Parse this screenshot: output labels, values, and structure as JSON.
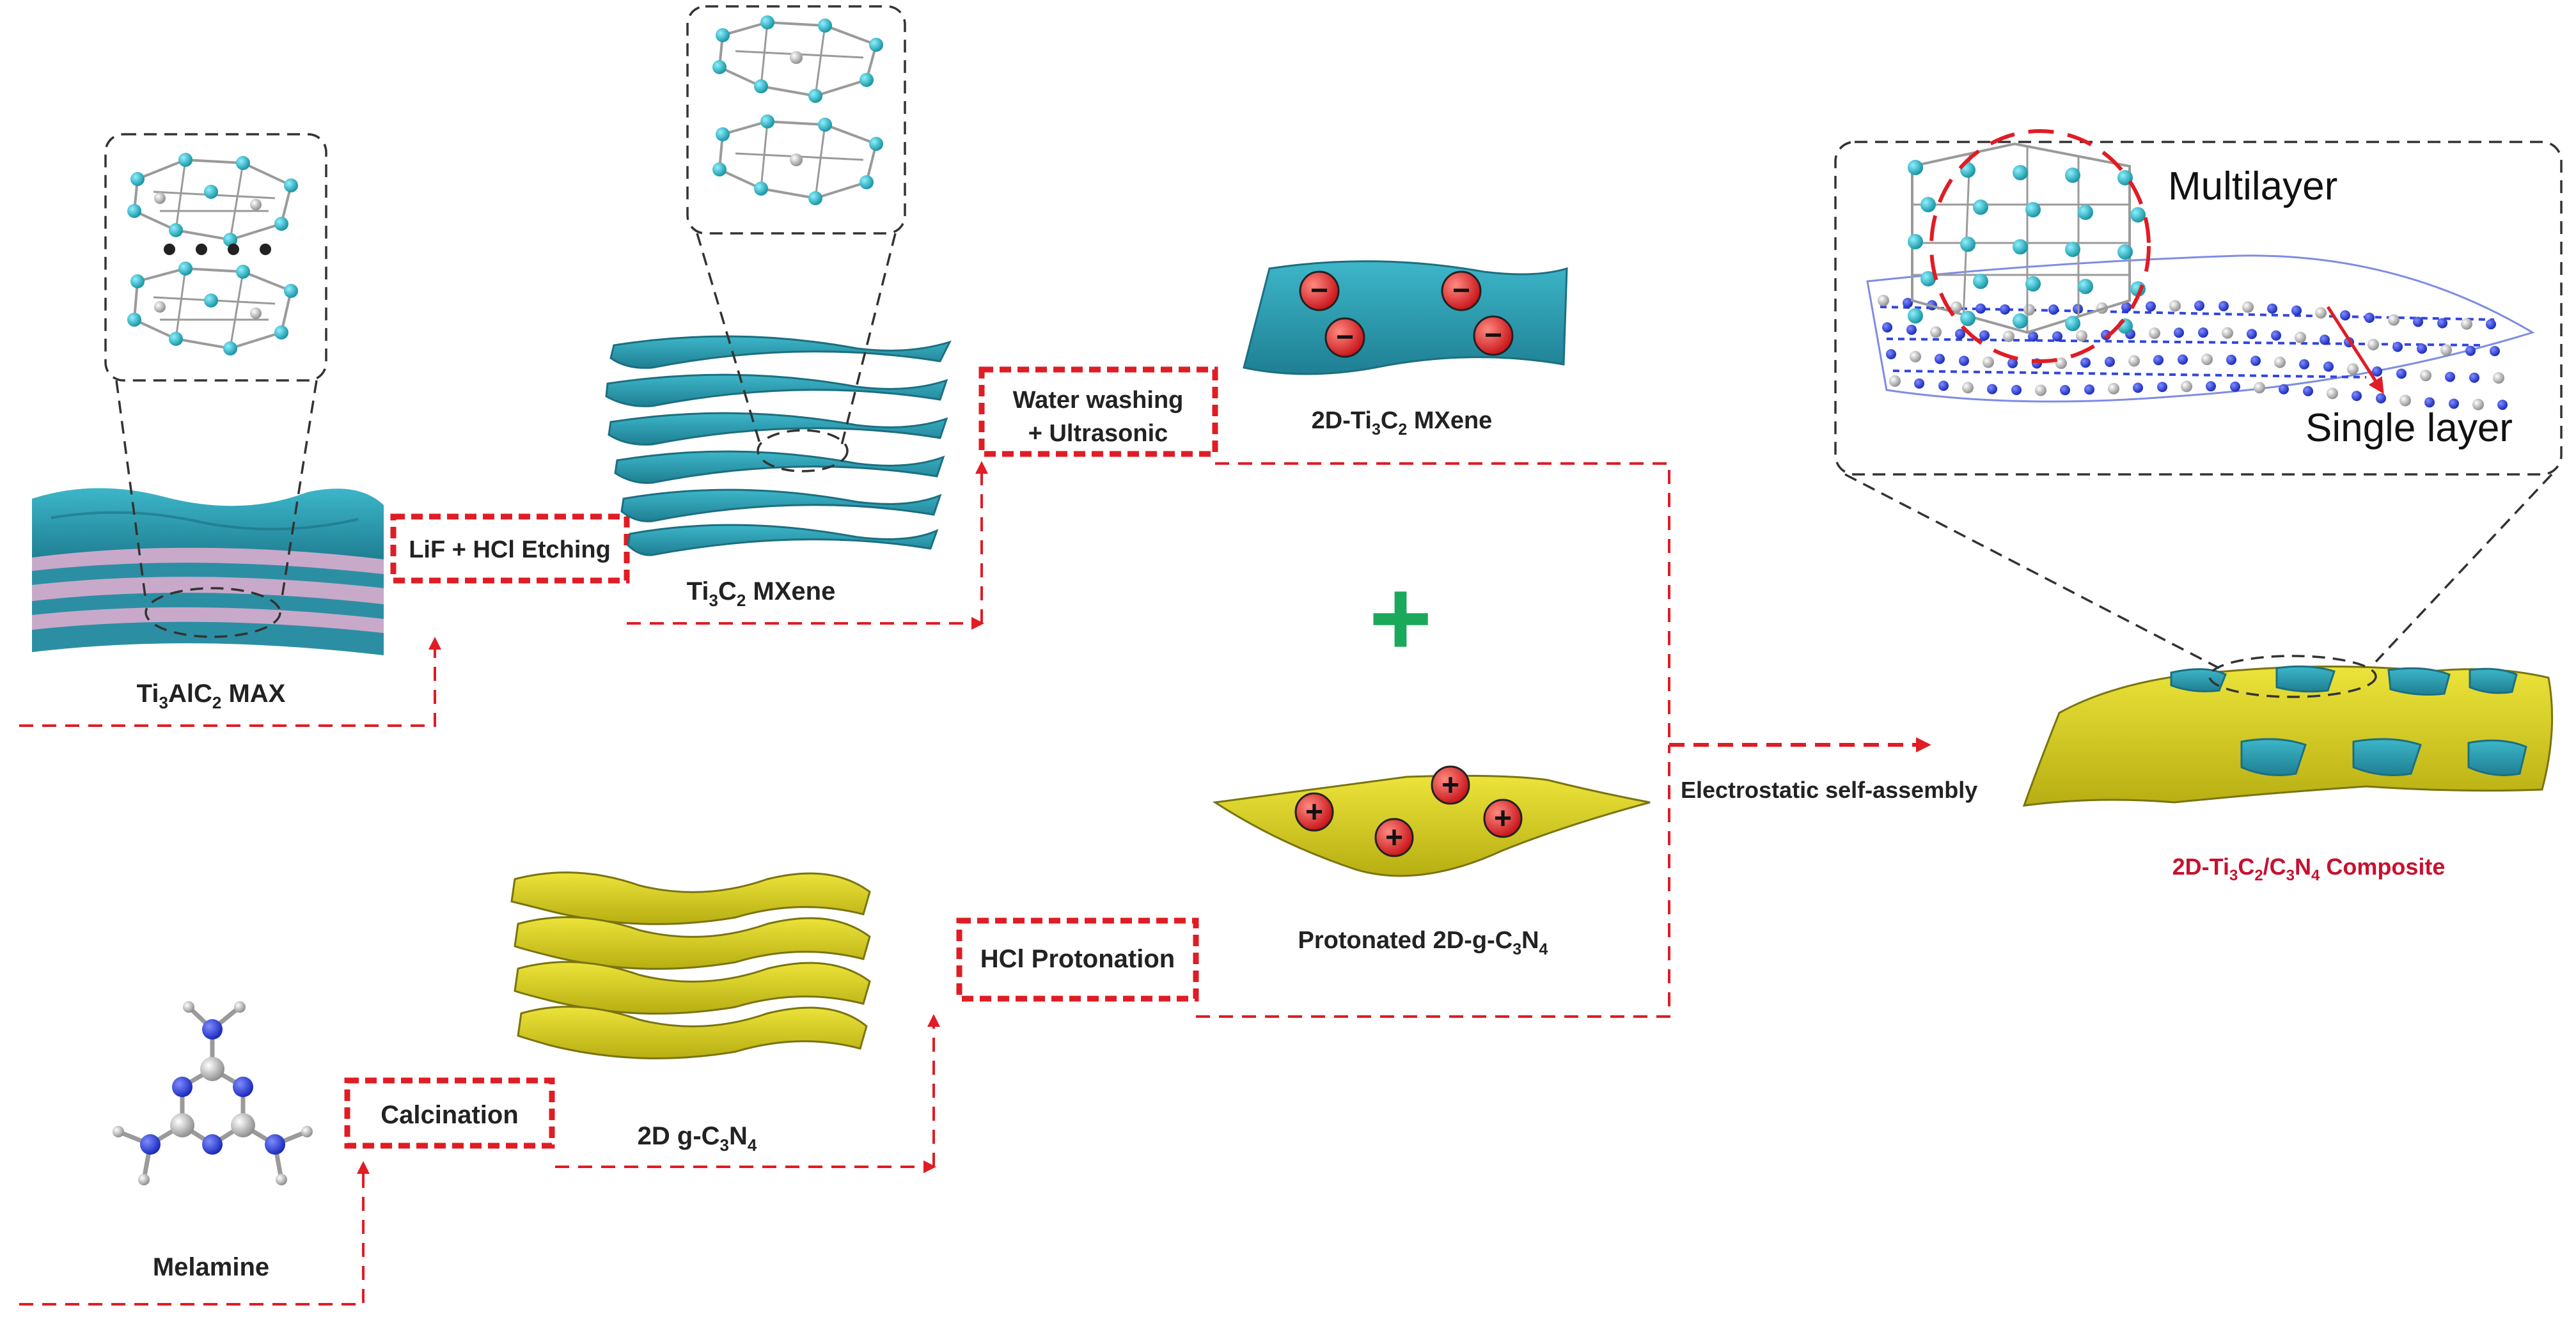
{
  "steps": {
    "etching": "LiF + HCl Etching",
    "washing_line1": "Water washing",
    "washing_line2": "+ Ultrasonic",
    "calcination": "Calcination",
    "protonation": "HCl Protonation",
    "assembly": "Electrostatic self-assembly"
  },
  "labels": {
    "max": {
      "a": "Ti",
      "a_sub": "3",
      "b": "AlC",
      "b_sub": "2",
      "c": " MAX"
    },
    "mxene": {
      "a": "Ti",
      "a_sub": "3",
      "b": "C",
      "b_sub": "2",
      "c": " MXene"
    },
    "mxene_2d": {
      "pre": "2D-Ti",
      "a_sub": "3",
      "b": "C",
      "b_sub": "2",
      "c": " MXene"
    },
    "gcn": {
      "pre": "2D g-C",
      "a_sub": "3",
      "b": "N",
      "b_sub": "4"
    },
    "protonated": {
      "pre": "Protonated 2D-g-C",
      "a_sub": "3",
      "b": "N",
      "b_sub": "4"
    },
    "melamine": "Melamine",
    "composite": {
      "pre": "2D-Ti",
      "s1": "3",
      "t1": "C",
      "s2": "2",
      "t2": "/C",
      "s3": "3",
      "t3": "N",
      "s4": "4",
      "t4": " Composite"
    }
  },
  "inset": {
    "multilayer": "Multilayer",
    "single_layer": "Single layer"
  },
  "signs": {
    "minus": "−",
    "plus": "+",
    "combine": "+"
  },
  "colors": {
    "accent_red": "#e01c24",
    "mxene_teal": "#2f9fb4",
    "gcn_yellow": "#d9d21a",
    "plus_green": "#1aa85a",
    "composite_label": "#c8102e"
  }
}
